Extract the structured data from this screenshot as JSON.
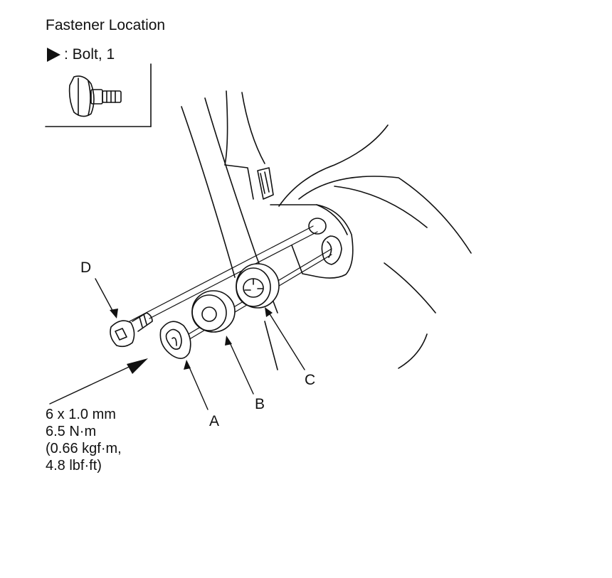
{
  "title": "Fastener Location",
  "legend": {
    "marker_icon": "triangle-arrow-icon",
    "label": ": Bolt, 1"
  },
  "spec": {
    "line1": "6 x 1.0 mm",
    "line2": "6.5 N·m",
    "line3": "(0.66 kgf·m,",
    "line4": "4.8 lbf·ft)"
  },
  "callouts": {
    "a": "A",
    "b": "B",
    "c": "C",
    "d": "D"
  }
}
